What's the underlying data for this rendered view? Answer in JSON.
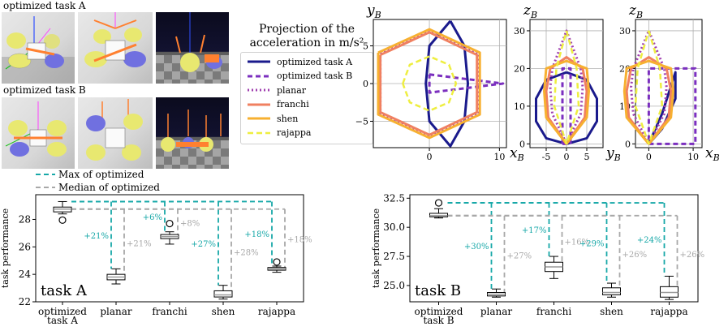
{
  "robot_views": {
    "label_a": "optimized task A",
    "label_b": "optimized task B"
  },
  "projection_title_line1": "Projection of the",
  "projection_title_line2": "acceleration in m/s²",
  "legend_entries": [
    {
      "name": "optimized task A",
      "color": "#1a1a8c",
      "dash": "solid",
      "width": 3
    },
    {
      "name": "optimized task B",
      "color": "#7b2fbf",
      "dash": "6,4",
      "width": 3
    },
    {
      "name": "planar",
      "color": "#a040b0",
      "dash": "2,3",
      "width": 3
    },
    {
      "name": "franchi",
      "color": "#f08060",
      "dash": "solid",
      "width": 3
    },
    {
      "name": "shen",
      "color": "#f7b030",
      "dash": "solid",
      "width": 3
    },
    {
      "name": "rajappa",
      "color": "#eeee40",
      "dash": "7,4",
      "width": 2.5
    }
  ],
  "box_legend": {
    "max_label": "Max of optimized",
    "median_label": "Median of optimized",
    "max_color": "#17a8a8",
    "median_color": "#a8a8a8"
  },
  "chart_data": [
    {
      "type": "line",
      "panel": "yz-left",
      "xlabel": "x_B",
      "ylabel": "y_B",
      "xlim": [
        -8,
        11
      ],
      "ylim": [
        -8.5,
        8.5
      ],
      "xticks": [
        0,
        10
      ],
      "yticks": [
        -5,
        0,
        5
      ],
      "series": [
        {
          "name": "optimized task A",
          "points": [
            [
              3,
              8.3
            ],
            [
              5,
              5
            ],
            [
              5.5,
              0
            ],
            [
              5,
              -5
            ],
            [
              3,
              -8.3
            ],
            [
              0,
              -5
            ],
            [
              -0.5,
              0
            ],
            [
              0,
              5
            ],
            [
              3,
              8.3
            ]
          ]
        },
        {
          "name": "optimized task B",
          "points": [
            [
              0,
              1.2
            ],
            [
              10.5,
              0
            ],
            [
              0,
              -1.2
            ],
            [
              0,
              1.2
            ]
          ]
        },
        {
          "name": "planar",
          "points": [
            [
              -7,
              4
            ],
            [
              0,
              7
            ],
            [
              7,
              4
            ],
            [
              7,
              -4
            ],
            [
              0,
              -7
            ],
            [
              -7,
              -4
            ],
            [
              -7,
              4
            ]
          ]
        },
        {
          "name": "franchi",
          "points": [
            [
              -7,
              3.8
            ],
            [
              0,
              6.8
            ],
            [
              6.8,
              3.8
            ],
            [
              6.8,
              -3.8
            ],
            [
              0,
              -6.8
            ],
            [
              -7,
              -3.8
            ],
            [
              -7,
              3.8
            ]
          ]
        },
        {
          "name": "shen",
          "points": [
            [
              -7.3,
              4.1
            ],
            [
              0,
              7.2
            ],
            [
              7.2,
              4.1
            ],
            [
              7.2,
              -4.1
            ],
            [
              0,
              -7.2
            ],
            [
              -7.3,
              -4.1
            ],
            [
              -7.3,
              4.1
            ]
          ]
        },
        {
          "name": "rajappa",
          "points": [
            [
              -3.8,
              0
            ],
            [
              -2.8,
              2.5
            ],
            [
              0,
              3.6
            ],
            [
              2.8,
              2.5
            ],
            [
              3.8,
              0
            ],
            [
              2.8,
              -2.5
            ],
            [
              0,
              -3.6
            ],
            [
              -2.8,
              -2.5
            ],
            [
              -3.8,
              0
            ]
          ]
        }
      ]
    },
    {
      "type": "line",
      "panel": "yz-middle",
      "xlabel": "y_B",
      "ylabel": "z_B",
      "xlim": [
        -9,
        9
      ],
      "ylim": [
        -1,
        33
      ],
      "xticks": [
        -5,
        0,
        5
      ],
      "yticks": [
        0,
        10,
        20,
        30
      ],
      "series": [
        {
          "name": "optimized task A",
          "points": [
            [
              0,
              19
            ],
            [
              5,
              17
            ],
            [
              7.5,
              12
            ],
            [
              7.5,
              6
            ],
            [
              5,
              1.5
            ],
            [
              0,
              0
            ],
            [
              -5,
              1.5
            ],
            [
              -7.5,
              6
            ],
            [
              -7.5,
              12
            ],
            [
              -5,
              17
            ],
            [
              0,
              19
            ]
          ]
        },
        {
          "name": "optimized task B",
          "points": [
            [
              -1,
              0
            ],
            [
              1,
              0
            ],
            [
              1,
              20
            ],
            [
              -1,
              20
            ],
            [
              -1,
              0
            ]
          ]
        },
        {
          "name": "planar",
          "points": [
            [
              0,
              0
            ],
            [
              3.5,
              8
            ],
            [
              4,
              15
            ],
            [
              3.5,
              20
            ],
            [
              0,
              30
            ],
            [
              -3.5,
              20
            ],
            [
              -4,
              15
            ],
            [
              -3.5,
              8
            ],
            [
              0,
              0
            ]
          ]
        },
        {
          "name": "franchi",
          "points": [
            [
              0,
              0
            ],
            [
              4.5,
              7
            ],
            [
              5,
              14
            ],
            [
              4,
              20
            ],
            [
              0,
              23
            ],
            [
              -4,
              20
            ],
            [
              -5,
              14
            ],
            [
              -4.5,
              7
            ],
            [
              0,
              0
            ]
          ]
        },
        {
          "name": "shen",
          "points": [
            [
              0,
              0
            ],
            [
              5,
              7
            ],
            [
              5.5,
              14
            ],
            [
              5,
              20
            ],
            [
              0,
              22
            ],
            [
              -5,
              20
            ],
            [
              -5.5,
              14
            ],
            [
              -5,
              7
            ],
            [
              0,
              0
            ]
          ]
        },
        {
          "name": "rajappa",
          "points": [
            [
              0,
              30
            ],
            [
              2.5,
              20
            ],
            [
              3,
              10
            ],
            [
              0,
              0
            ],
            [
              -3,
              10
            ],
            [
              -2.5,
              20
            ],
            [
              0,
              30
            ]
          ]
        }
      ]
    },
    {
      "type": "line",
      "panel": "xz-right",
      "xlabel": "x_B",
      "ylabel": "z_B",
      "xlim": [
        -3,
        12
      ],
      "ylim": [
        -1,
        33
      ],
      "xticks": [
        0,
        10
      ],
      "yticks": [
        0,
        10,
        20,
        30
      ],
      "series": [
        {
          "name": "optimized task A",
          "points": [
            [
              0,
              0
            ],
            [
              3,
              8
            ],
            [
              6,
              19
            ],
            [
              6,
              12
            ],
            [
              3,
              4
            ],
            [
              0,
              0
            ]
          ]
        },
        {
          "name": "optimized task B",
          "points": [
            [
              0,
              0
            ],
            [
              10.5,
              0
            ],
            [
              10.5,
              20
            ],
            [
              0,
              20
            ],
            [
              0,
              0
            ]
          ]
        },
        {
          "name": "planar",
          "points": [
            [
              0,
              0
            ],
            [
              3.5,
              8
            ],
            [
              4,
              15
            ],
            [
              3.5,
              20
            ],
            [
              0,
              30
            ],
            [
              -3.5,
              20
            ],
            [
              -4,
              15
            ],
            [
              -3.5,
              8
            ],
            [
              0,
              0
            ]
          ]
        },
        {
          "name": "franchi",
          "points": [
            [
              0,
              0
            ],
            [
              4.5,
              7
            ],
            [
              5,
              14
            ],
            [
              4,
              20
            ],
            [
              0,
              23
            ],
            [
              -4,
              20
            ],
            [
              -5,
              14
            ],
            [
              -4.5,
              7
            ],
            [
              0,
              0
            ]
          ]
        },
        {
          "name": "shen",
          "points": [
            [
              0,
              0
            ],
            [
              5,
              7
            ],
            [
              5.5,
              14
            ],
            [
              5,
              20
            ],
            [
              0,
              22
            ],
            [
              -5,
              20
            ],
            [
              -5.5,
              14
            ],
            [
              -5,
              7
            ],
            [
              0,
              0
            ]
          ]
        },
        {
          "name": "rajappa",
          "points": [
            [
              0,
              30
            ],
            [
              2.5,
              20
            ],
            [
              3,
              10
            ],
            [
              0,
              0
            ],
            [
              -3,
              10
            ],
            [
              -2.5,
              20
            ],
            [
              0,
              30
            ]
          ]
        }
      ]
    },
    {
      "type": "box",
      "panel": "task-A",
      "ylabel": "task performance",
      "corner_label": "task A",
      "categories": [
        "optimized task A",
        "planar",
        "franchi",
        "shen",
        "rajappa"
      ],
      "cat_line1": [
        "optimized",
        "planar",
        "franchi",
        "shen",
        "rajappa"
      ],
      "cat_line2": [
        "task A",
        "",
        "",
        "",
        ""
      ],
      "ylim": [
        22,
        29.8
      ],
      "yticks": [
        22,
        24,
        26,
        28
      ],
      "boxes": [
        {
          "wl": 28.4,
          "q1": 28.55,
          "med": 28.75,
          "q3": 28.9,
          "wh": 29.3,
          "outliers": [
            27.95
          ]
        },
        {
          "wl": 23.3,
          "q1": 23.6,
          "med": 23.8,
          "q3": 24.0,
          "wh": 24.4,
          "outliers": []
        },
        {
          "wl": 26.2,
          "q1": 26.6,
          "med": 26.75,
          "q3": 26.9,
          "wh": 27.1,
          "outliers": [
            27.7
          ]
        },
        {
          "wl": 22.2,
          "q1": 22.35,
          "med": 22.5,
          "q3": 22.8,
          "wh": 23.2,
          "outliers": []
        },
        {
          "wl": 24.15,
          "q1": 24.3,
          "med": 24.4,
          "q3": 24.5,
          "wh": 24.6,
          "outliers": [
            24.9
          ]
        }
      ],
      "max_ref": 29.3,
      "median_ref": 28.75,
      "max_pct": [
        "",
        "+21%",
        "+6%",
        "+27%",
        "+18%"
      ],
      "median_pct": [
        "",
        "+21%",
        "+8%",
        "+28%",
        "+18%"
      ]
    },
    {
      "type": "box",
      "panel": "task-B",
      "ylabel": "task performance",
      "corner_label": "task B",
      "categories": [
        "optimized task B",
        "planar",
        "franchi",
        "shen",
        "rajappa"
      ],
      "cat_line1": [
        "optimized",
        "planar",
        "franchi",
        "shen",
        "rajappa"
      ],
      "cat_line2": [
        "task B",
        "",
        "",
        "",
        ""
      ],
      "ylim": [
        23.6,
        32.8
      ],
      "yticks": [
        25.0,
        27.5,
        30.0,
        32.5
      ],
      "tick_labels": [
        "25.0",
        "27.5",
        "30.0",
        "32.5"
      ],
      "boxes": [
        {
          "wl": 30.8,
          "q1": 30.9,
          "med": 31.0,
          "q3": 31.2,
          "wh": 31.6,
          "outliers": [
            32.1
          ]
        },
        {
          "wl": 24.0,
          "q1": 24.1,
          "med": 24.25,
          "q3": 24.4,
          "wh": 24.7,
          "outliers": []
        },
        {
          "wl": 25.6,
          "q1": 26.2,
          "med": 26.6,
          "q3": 27.0,
          "wh": 27.5,
          "outliers": []
        },
        {
          "wl": 24.0,
          "q1": 24.2,
          "med": 24.4,
          "q3": 24.8,
          "wh": 25.2,
          "outliers": []
        },
        {
          "wl": 23.8,
          "q1": 24.0,
          "med": 24.4,
          "q3": 24.9,
          "wh": 25.8,
          "outliers": []
        }
      ],
      "max_ref": 32.1,
      "median_ref": 31.0,
      "max_pct": [
        "",
        "+30%",
        "+17%",
        "+29%",
        "+24%"
      ],
      "median_pct": [
        "",
        "+27%",
        "+16%",
        "+26%",
        "+26%"
      ]
    }
  ]
}
